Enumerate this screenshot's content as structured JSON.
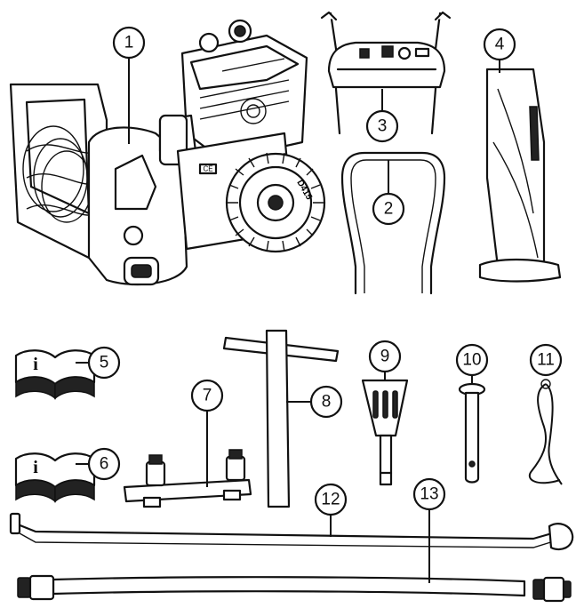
{
  "figure": {
    "colors": {
      "line": "#111111",
      "fill": "#ffffff",
      "dark": "#222222",
      "grey": "#9a9a9a"
    },
    "callouts": [
      {
        "id": "1",
        "label": "1",
        "part": "snow-thrower-unit"
      },
      {
        "id": "2",
        "label": "2",
        "part": "lower-handle"
      },
      {
        "id": "3",
        "label": "3",
        "part": "upper-handle-with-control-panel"
      },
      {
        "id": "4",
        "label": "4",
        "part": "discharge-chute"
      },
      {
        "id": "5",
        "label": "5",
        "part": "operators-manual"
      },
      {
        "id": "6",
        "label": "6",
        "part": "engine-manual"
      },
      {
        "id": "7",
        "label": "7",
        "part": "skid-shoe-bracket"
      },
      {
        "id": "8",
        "label": "8",
        "part": "chute-clean-out-tool"
      },
      {
        "id": "9",
        "label": "9",
        "part": "clean-out-tool-clip"
      },
      {
        "id": "10",
        "label": "10",
        "part": "clevis-pin"
      },
      {
        "id": "11",
        "label": "11",
        "part": "hairpin-clip"
      },
      {
        "id": "12",
        "label": "12",
        "part": "control-rod"
      },
      {
        "id": "13",
        "label": "13",
        "part": "control-cable"
      }
    ],
    "markings": {
      "tire_text": "D415",
      "engine_badge": "CE",
      "manual_glyph": "i"
    }
  }
}
